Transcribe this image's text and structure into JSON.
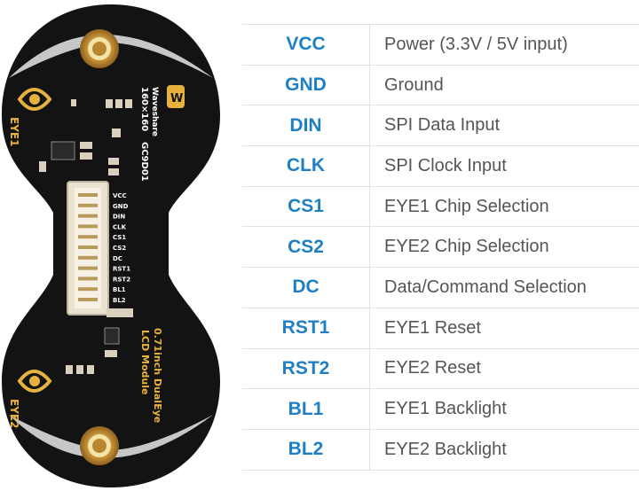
{
  "board": {
    "brand": "Waveshare",
    "resolution": "160×160",
    "driver": "GC9D01",
    "eye1_label": "EYE1",
    "eye2_label": "EYE2",
    "module_line1": "0.71inch DualEye",
    "module_line2": "LCD Module",
    "connector_pins": [
      "VCC",
      "GND",
      "DIN",
      "CLK",
      "CS1",
      "CS2",
      "DC",
      "RST1",
      "RST2",
      "BL1",
      "BL2"
    ],
    "colors": {
      "pcb": "#131313",
      "silk": "#ffffff",
      "gold": "#e6b13f",
      "pad": "#c89a3e"
    }
  },
  "pins": [
    {
      "name": "VCC",
      "description": "Power (3.3V / 5V input)"
    },
    {
      "name": "GND",
      "description": "Ground"
    },
    {
      "name": "DIN",
      "description": "SPI Data Input"
    },
    {
      "name": "CLK",
      "description": "SPI Clock Input"
    },
    {
      "name": "CS1",
      "description": "EYE1 Chip Selection"
    },
    {
      "name": "CS2",
      "description": "EYE2 Chip Selection"
    },
    {
      "name": "DC",
      "description": "Data/Command Selection"
    },
    {
      "name": "RST1",
      "description": "EYE1 Reset"
    },
    {
      "name": "RST2",
      "description": "EYE2 Reset"
    },
    {
      "name": "BL1",
      "description": "EYE1 Backlight"
    },
    {
      "name": "BL2",
      "description": "EYE2 Backlight"
    }
  ],
  "colors": {
    "pin_name": "#1f7fc4",
    "description": "#555555",
    "border": "#e2e2e2"
  }
}
